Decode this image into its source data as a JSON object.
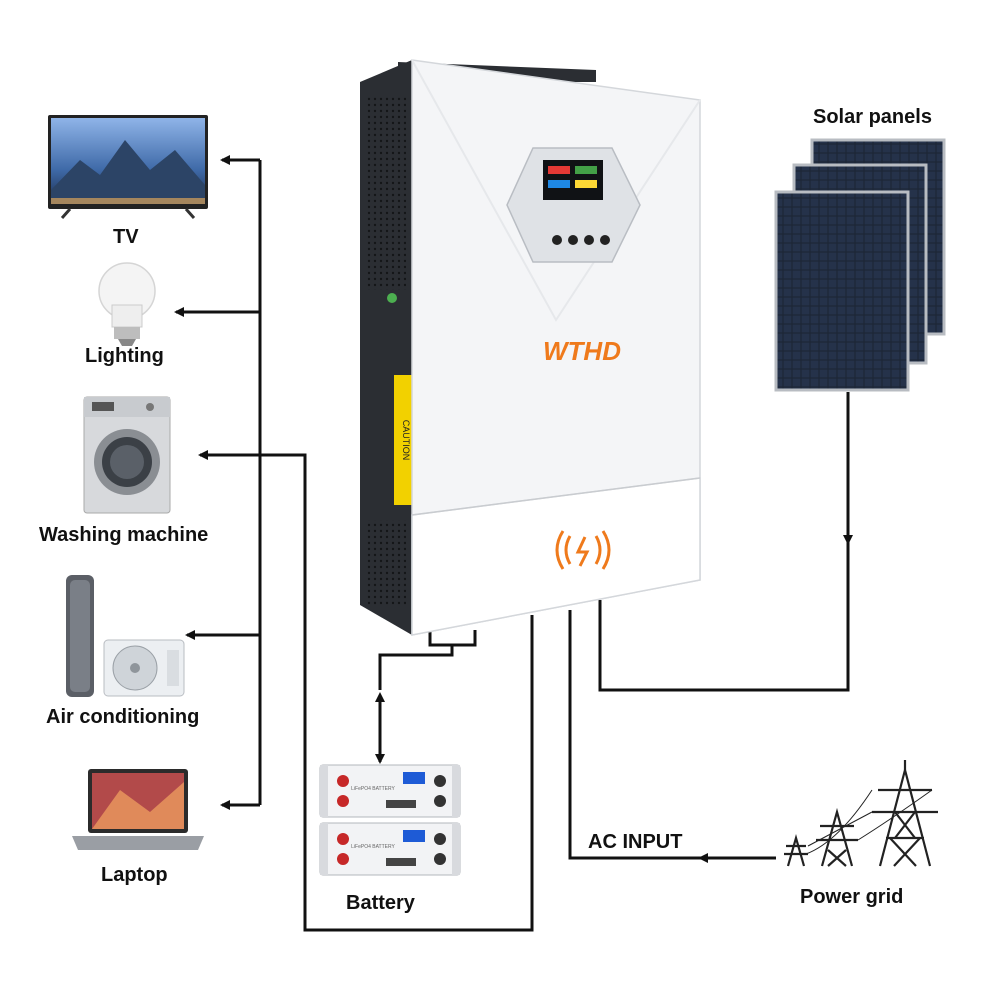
{
  "appliances": [
    {
      "label": "TV",
      "icon": "tv-icon"
    },
    {
      "label": "Lighting",
      "icon": "light-bulb-icon"
    },
    {
      "label": "Washing machine",
      "icon": "washing-machine-icon"
    },
    {
      "label": "Air conditioning",
      "icon": "air-conditioner-icon"
    },
    {
      "label": "Laptop",
      "icon": "laptop-icon"
    }
  ],
  "inverter": {
    "brand": "WTHD",
    "icon": "inverter-icon",
    "caution_label": "CAUTION"
  },
  "solar": {
    "label": "Solar panels",
    "icon": "solar-panel-icon"
  },
  "battery": {
    "label": "Battery",
    "icon": "battery-icon",
    "module_label": "LiFePO4 BATTERY"
  },
  "grid": {
    "label": "Power grid",
    "icon": "power-tower-icon"
  },
  "ac_input": {
    "label": "AC INPUT"
  },
  "colors": {
    "accent": "#ef7a1c",
    "line": "#111111",
    "inverter_body": "#f4f5f7",
    "inverter_side": "#2b2e33",
    "solar_cell": "#1b2433"
  }
}
